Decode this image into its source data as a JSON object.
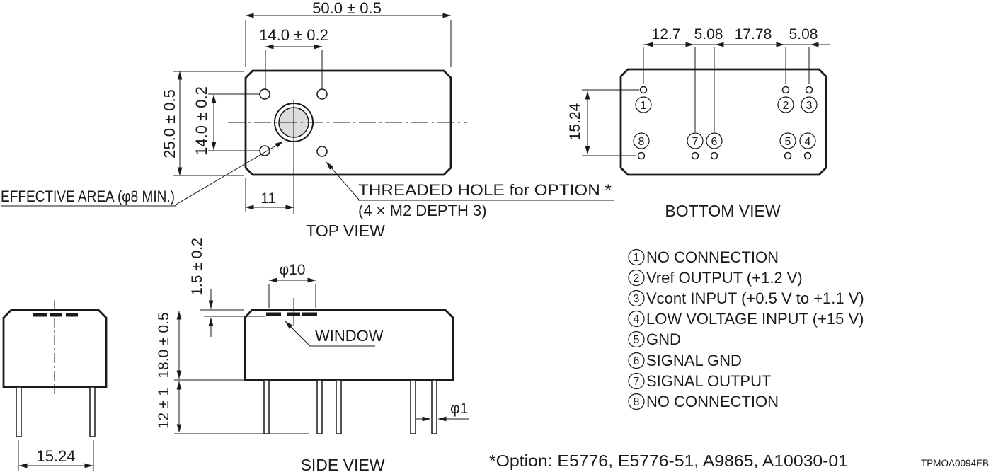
{
  "drawing": {
    "top_view": {
      "title": "TOP VIEW",
      "dim_width": "50.0 ± 0.5",
      "dim_hole_pitch_x": "14.0 ± 0.2",
      "dim_height": "25.0 ± 0.5",
      "dim_hole_pitch_y": "14.0 ± 0.2",
      "dim_center_offset": "11",
      "effective_area_label": "EFFECTIVE AREA (φ8 MIN.)",
      "threaded_hole_line1": "THREADED HOLE for OPTION *",
      "threaded_hole_line2": "(4 × M2 DEPTH 3)"
    },
    "bottom_view": {
      "title": "BOTTOM VIEW",
      "dim_1": "12.7",
      "dim_2": "5.08",
      "dim_3": "17.78",
      "dim_4": "5.08",
      "dim_row_pitch": "15.24"
    },
    "front_view": {
      "dim_pin_pitch": "15.24"
    },
    "side_view": {
      "title": "SIDE VIEW",
      "dim_window_recess": "1.5 ± 0.2",
      "dim_window_dia": "φ10",
      "window_label": "WINDOW",
      "dim_body_height": "18.0 ± 0.5",
      "dim_pin_length": "12 ± 1",
      "dim_pin_dia": "φ1"
    }
  },
  "pin_list": [
    {
      "num": "1",
      "label": "NO CONNECTION"
    },
    {
      "num": "2",
      "label": "Vref OUTPUT (+1.2 V)"
    },
    {
      "num": "3",
      "label": "Vcont INPUT (+0.5 V to +1.1 V)"
    },
    {
      "num": "4",
      "label": "LOW VOLTAGE INPUT (+15 V)"
    },
    {
      "num": "5",
      "label": "GND"
    },
    {
      "num": "6",
      "label": "SIGNAL GND"
    },
    {
      "num": "7",
      "label": "SIGNAL OUTPUT"
    },
    {
      "num": "8",
      "label": "NO CONNECTION"
    }
  ],
  "footer": {
    "option_note": "*Option: E5776, E5776-51, A9865, A10030-01",
    "doc_code": "TPMOA0094EB"
  },
  "colors": {
    "line": "#1a1a1a",
    "effective_area_fill": "#dcdcdc",
    "background": "#ffffff"
  }
}
